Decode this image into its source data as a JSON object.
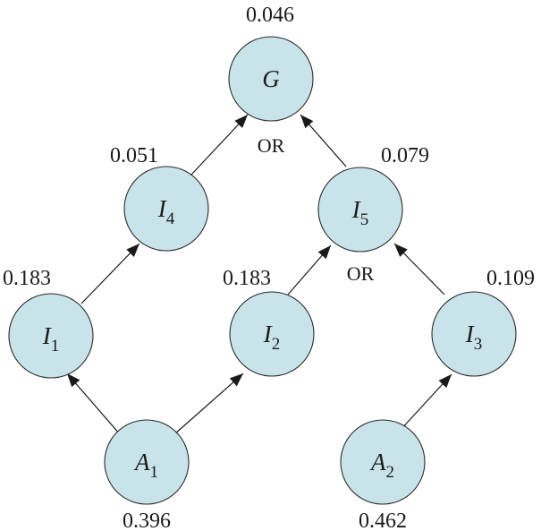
{
  "nodes": {
    "G": {
      "name": "G",
      "sub": "",
      "value": "0.046"
    },
    "I4": {
      "name": "I",
      "sub": "4",
      "value": "0.051"
    },
    "I5": {
      "name": "I",
      "sub": "5",
      "value": "0.079"
    },
    "I1": {
      "name": "I",
      "sub": "1",
      "value": "0.183"
    },
    "I2": {
      "name": "I",
      "sub": "2",
      "value": "0.183"
    },
    "I3": {
      "name": "I",
      "sub": "3",
      "value": "0.109"
    },
    "A1": {
      "name": "A",
      "sub": "1",
      "value": "0.396"
    },
    "A2": {
      "name": "A",
      "sub": "2",
      "value": "0.462"
    }
  },
  "gates": {
    "g_gate": "OR",
    "i5_gate": "OR"
  },
  "edges": [
    {
      "from": "A1",
      "to": "I1"
    },
    {
      "from": "A1",
      "to": "I2"
    },
    {
      "from": "A2",
      "to": "I3"
    },
    {
      "from": "I1",
      "to": "I4"
    },
    {
      "from": "I2",
      "to": "I5"
    },
    {
      "from": "I3",
      "to": "I5"
    },
    {
      "from": "I4",
      "to": "G"
    },
    {
      "from": "I5",
      "to": "G"
    }
  ],
  "colors": {
    "node_fill": "#c9e3ea",
    "stroke": "#1a1a1a"
  }
}
